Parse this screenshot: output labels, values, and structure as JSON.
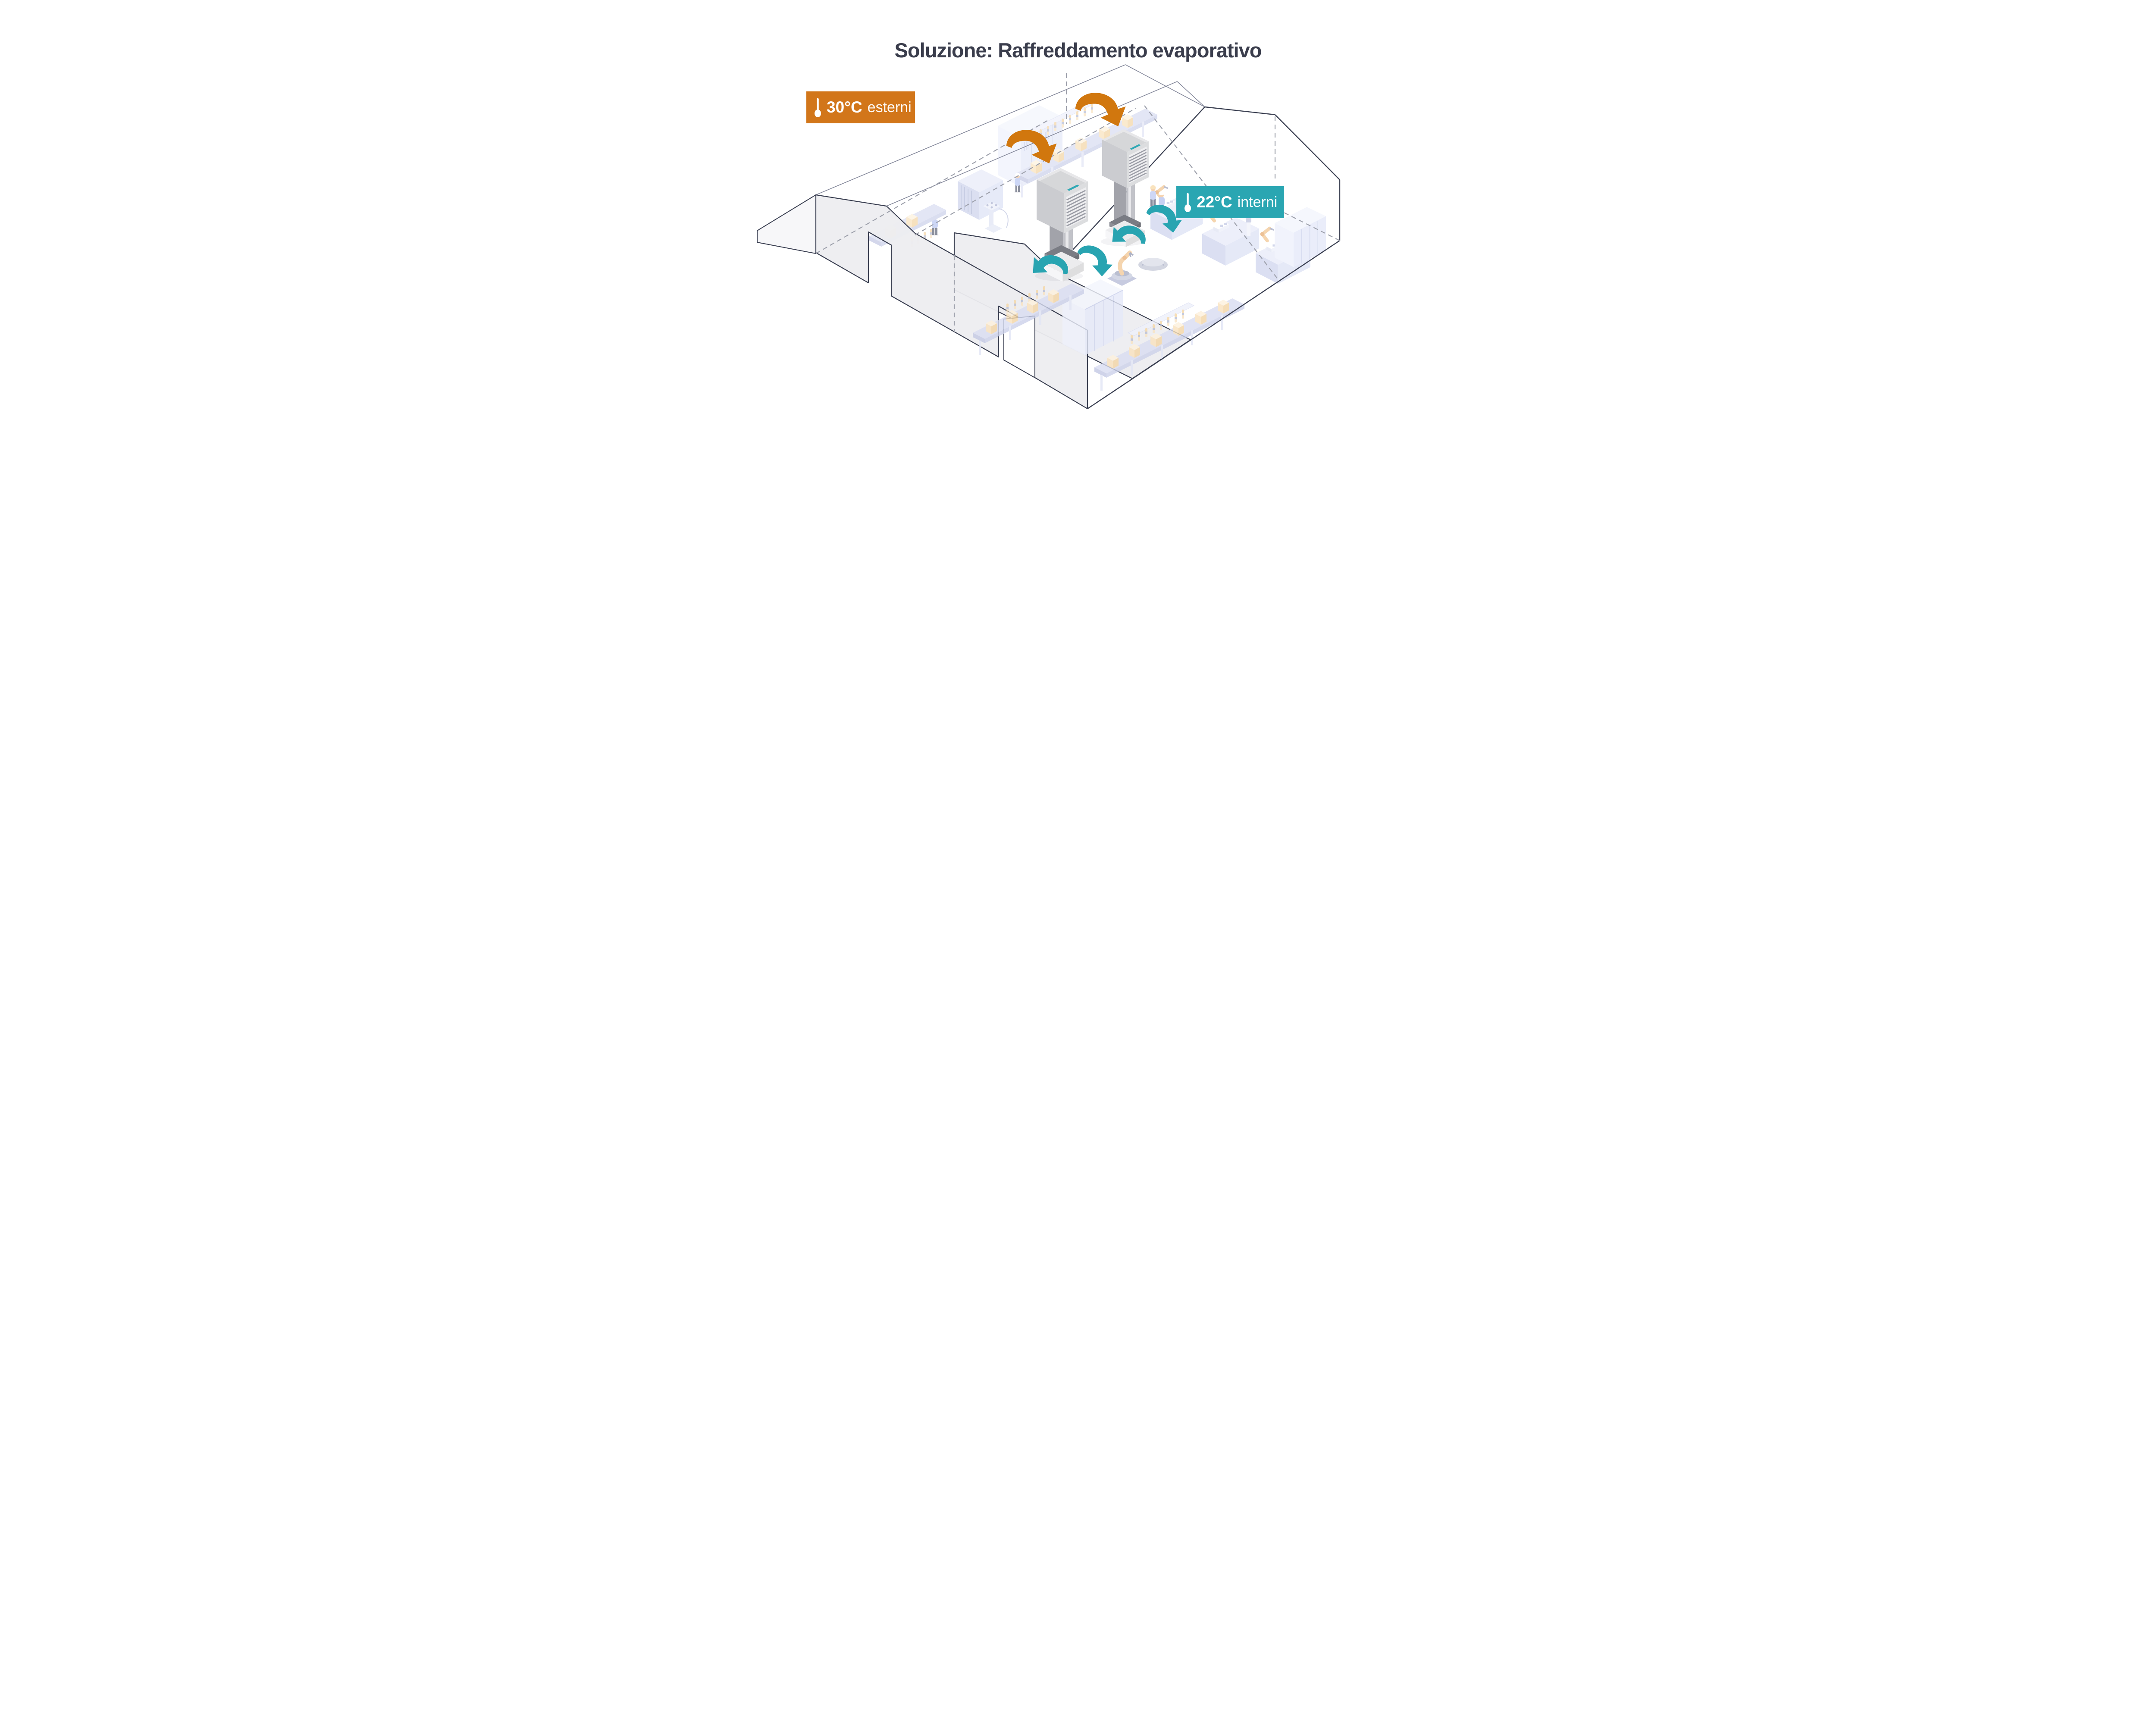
{
  "title": {
    "text": "Soluzione: Raffreddamento evaporativo",
    "color": "#3a3d4c"
  },
  "badges": {
    "outdoor": {
      "temperature": "30°C",
      "label": "esterni",
      "bg_color": "#d2761a",
      "text_color": "#ffffff",
      "icon": "thermometer-icon"
    },
    "indoor": {
      "temperature": "22°C",
      "label": "interni",
      "bg_color": "#2aa6b2",
      "text_color": "#ffffff",
      "icon": "thermometer-icon"
    }
  },
  "diagram": {
    "type": "isometric-factory-cutaway",
    "building": {
      "outline_color": "#3b4052",
      "thin_roof_line_color": "#83879a",
      "hidden_edge_color": "#9da0ab",
      "cut_wall_fill": "#ededf0",
      "door_openings": 2
    },
    "airflow": {
      "warm_air": {
        "color": "#d1770e",
        "arrow_count": 2
      },
      "cool_air": {
        "color": "#28a4b1",
        "arrow_count": 5
      }
    },
    "coolers": {
      "count": 2,
      "name": "evaporative-cooler",
      "body_color": "#c9cacd",
      "louver_color": "#9b9da6",
      "accent_color": "#2fa8b4"
    },
    "equipment_icons": [
      "locker-cabinet",
      "conveyor-belt",
      "cardboard-box",
      "bottle-rack",
      "cnc-machine",
      "work-table",
      "robot-arm",
      "worker"
    ]
  }
}
